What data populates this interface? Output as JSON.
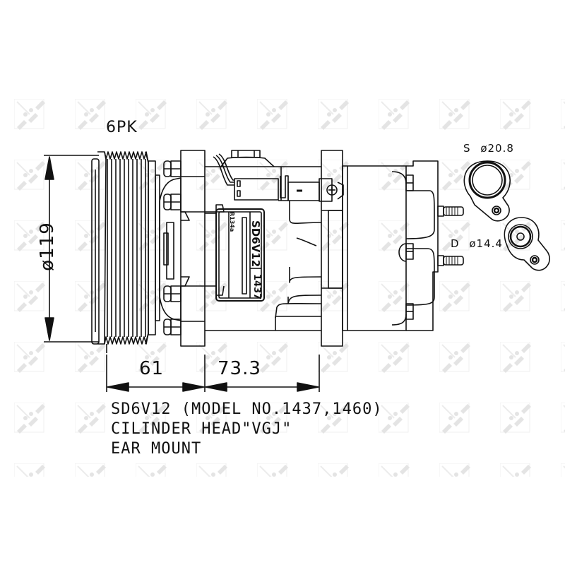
{
  "diagram": {
    "subject": "A/C compressor technical drawing",
    "watermark": "NRF",
    "labels": {
      "belt_type": "6PK",
      "pulley_diameter": "ø119",
      "dim_pulley_to_flange": "61",
      "dim_flange_to_flange": "73.3",
      "suction_port": "S",
      "suction_diameter": "ø20.8",
      "discharge_port": "D",
      "discharge_diameter": "ø14.4"
    },
    "nameplate": {
      "model": "SD6V12",
      "number": "1437",
      "refrigerant": "R134a"
    },
    "notes": [
      "SD6V12 (MODEL NO.1437,1460)",
      "CILINDER HEAD\"VGJ\"",
      "EAR MOUNT"
    ],
    "colors": {
      "line": "#111111",
      "background": "#ffffff",
      "watermark": "#e6e6e6"
    }
  }
}
